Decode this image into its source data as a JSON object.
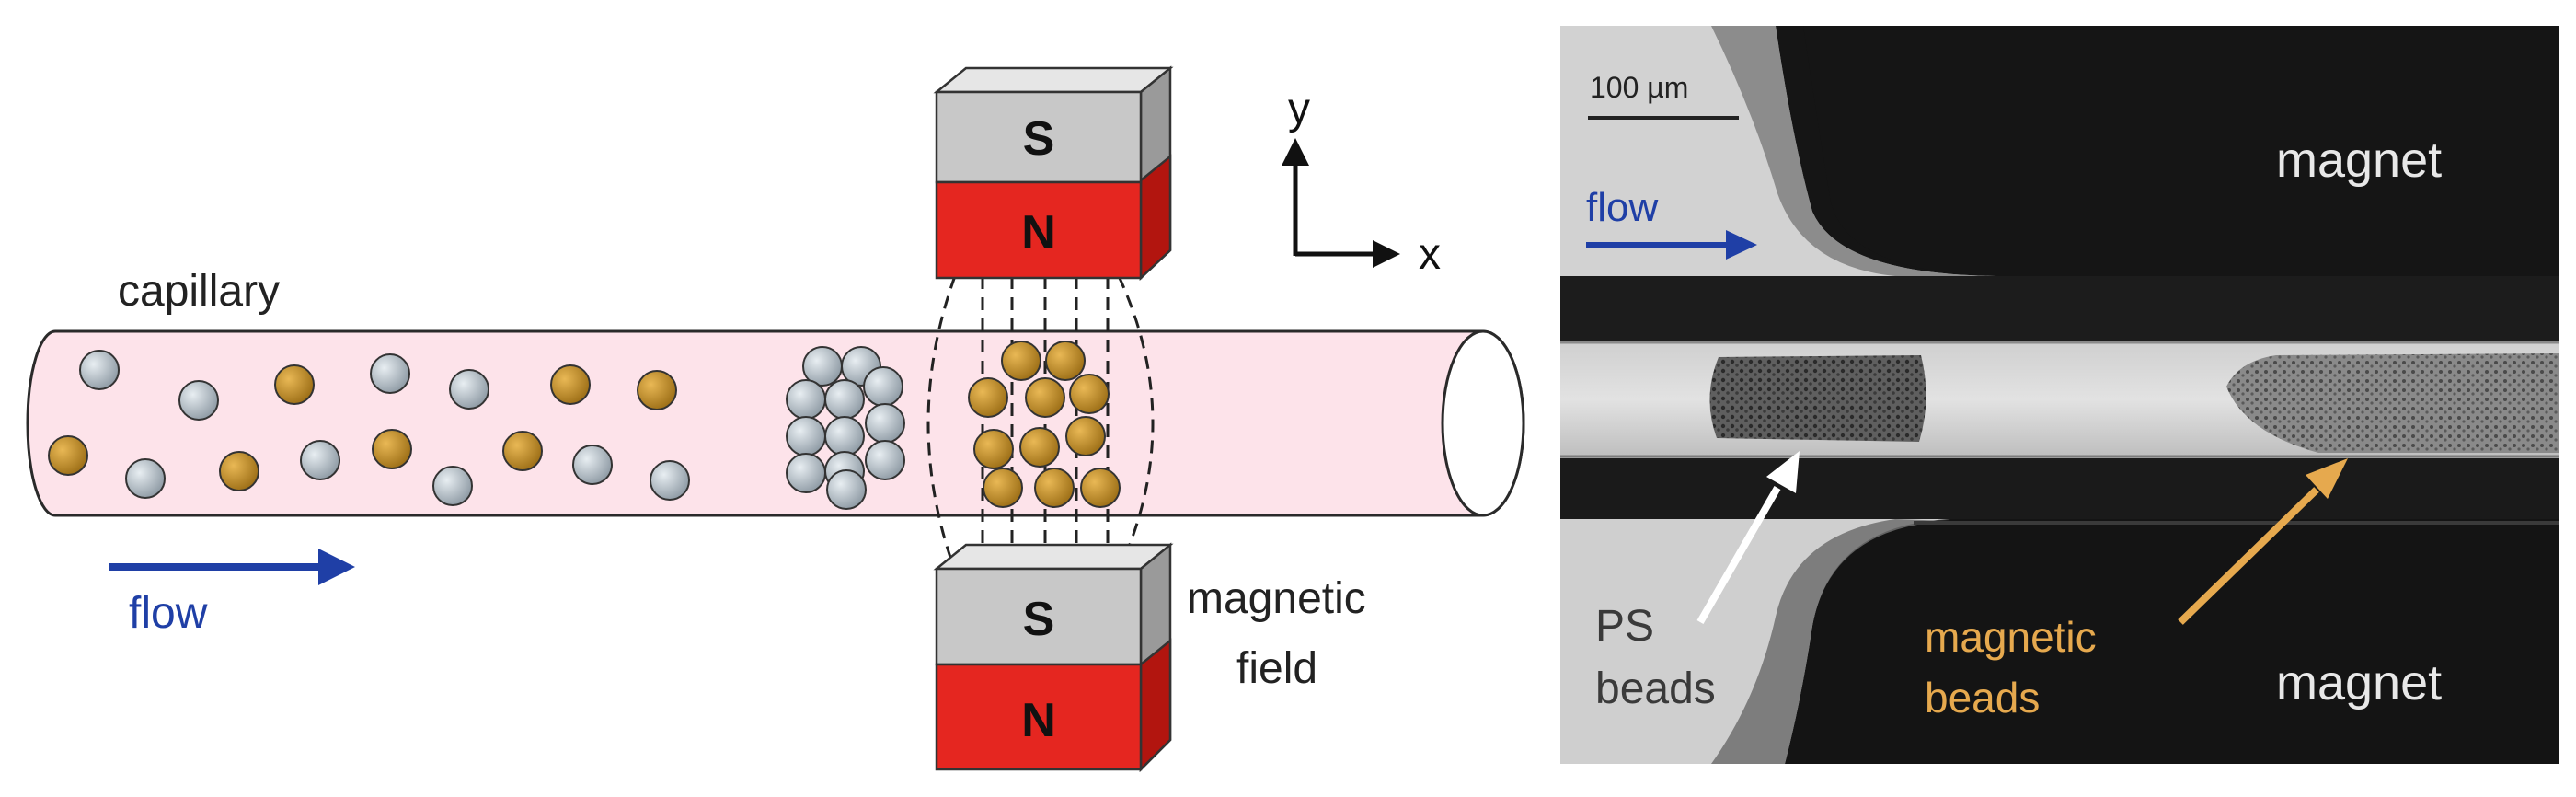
{
  "schematic": {
    "capillary_label": "capillary",
    "flow_label": "flow",
    "magnet_top": {
      "pole_s": "S",
      "pole_n": "N"
    },
    "magnet_bottom": {
      "pole_s": "S",
      "pole_n": "N"
    },
    "axis_y": "y",
    "axis_x": "x",
    "field_label_line1": "magnetic",
    "field_label_line2": "field"
  },
  "micrograph": {
    "scale_bar_label": "100 µm",
    "flow_label": "flow",
    "magnet_top_label": "magnet",
    "magnet_bottom_label": "magnet",
    "ps_label_line1": "PS",
    "ps_label_line2": "beads",
    "mag_label_line1": "magnetic",
    "mag_label_line2": "beads"
  },
  "colors": {
    "capillary_fill": "#fde3ea",
    "magnetic_bead": "#c18e2a",
    "ps_bead": "#a9b4bd",
    "magnet_s": "#c8c8c8",
    "magnet_n": "#e52620",
    "flow_arrow": "#1f3fa6",
    "magnetic_label": "#e6a94e"
  }
}
